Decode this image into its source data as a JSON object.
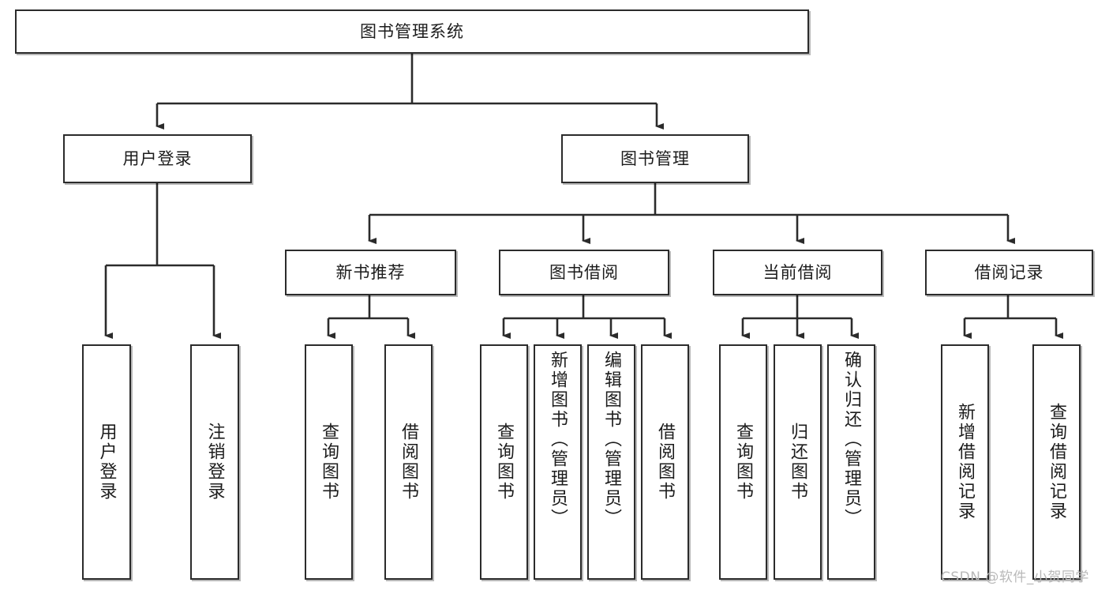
{
  "diagram": {
    "type": "tree",
    "title": "图书管理系统",
    "orientation": "top-down",
    "colors": {
      "box_border": "#2b2b2b",
      "box_fill": "#ffffff",
      "edge": "#2b2b2b",
      "text": "#1c1c1c",
      "watermark": "#b9b9b9"
    },
    "root": {
      "label": "图书管理系统"
    },
    "level2": [
      {
        "label": "用户登录"
      },
      {
        "label": "图书管理"
      }
    ],
    "level3": [
      {
        "label": "新书推荐"
      },
      {
        "label": "图书借阅"
      },
      {
        "label": "当前借阅"
      },
      {
        "label": "借阅记录"
      }
    ],
    "leaves": {
      "user_login": [
        {
          "label": "用户登录"
        },
        {
          "label": "注销登录"
        }
      ],
      "new_book_recommend": [
        {
          "label": "查询图书"
        },
        {
          "label": "借阅图书"
        }
      ],
      "book_borrow": [
        {
          "label": "查询图书"
        },
        {
          "label": "新增图书（管理员）"
        },
        {
          "label": "编辑图书（管理员）"
        },
        {
          "label": "借阅图书"
        }
      ],
      "current_borrow": [
        {
          "label": "查询图书"
        },
        {
          "label": "归还图书"
        },
        {
          "label": "确认归还（管理员）"
        }
      ],
      "borrow_record": [
        {
          "label": "新增借阅记录"
        },
        {
          "label": "查询借阅记录"
        }
      ]
    }
  },
  "watermark": {
    "text": "CSDN @软件_小贺同学"
  }
}
